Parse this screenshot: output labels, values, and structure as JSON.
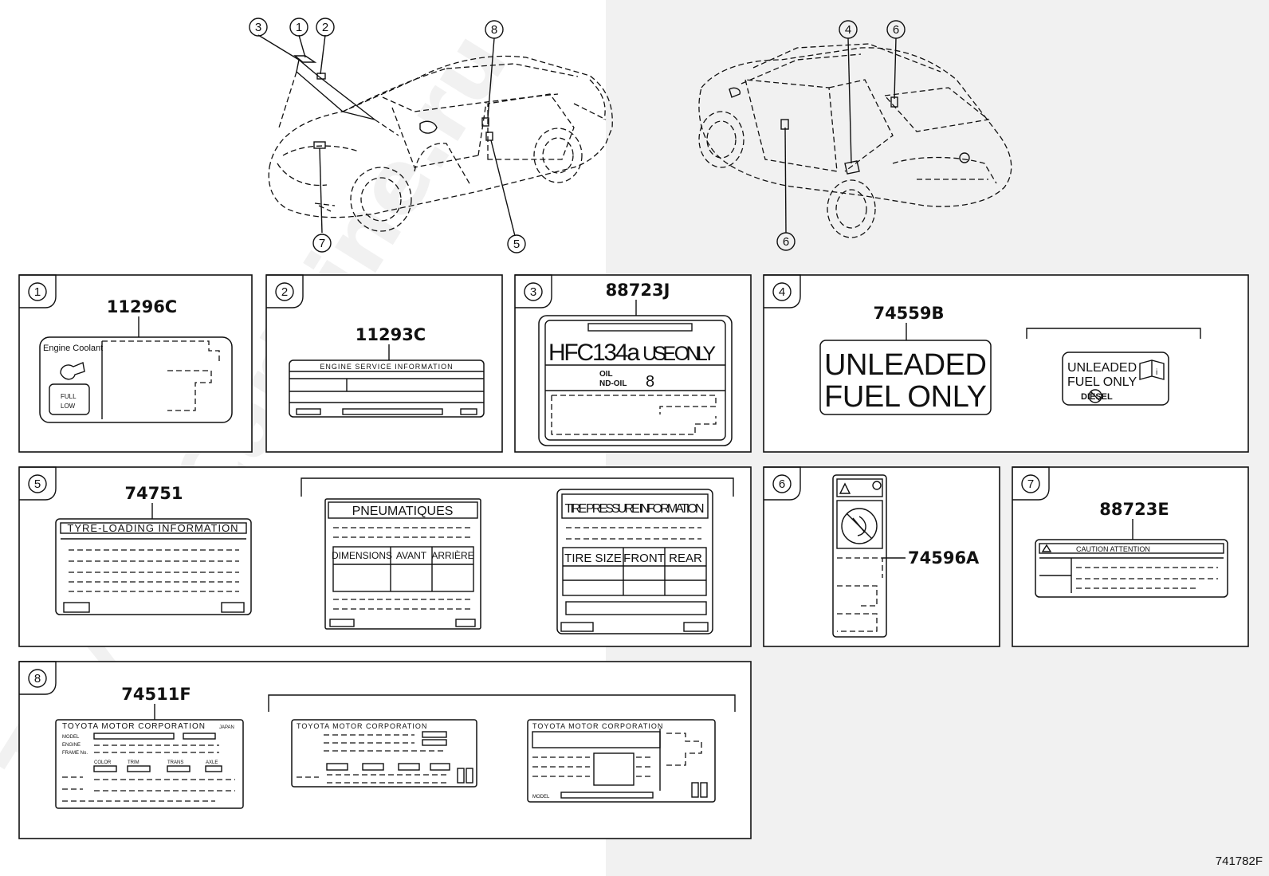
{
  "watermark": "ToyotaCarMine.ru",
  "document_id": "741782F",
  "callouts": {
    "c1": "1",
    "c2": "2",
    "c3": "3",
    "c4": "4",
    "c5": "5",
    "c6": "6",
    "c7": "7",
    "c8": "8"
  },
  "panels": {
    "p1": {
      "number": "1",
      "part": "11296C",
      "engine_coolant": "Engine Coolant",
      "full": "FULL",
      "low": "LOW"
    },
    "p2": {
      "number": "2",
      "part": "11293C",
      "title": "ENGINE   SERVICE   INFORMATION"
    },
    "p3": {
      "number": "3",
      "part": "88723J",
      "hfc": "HFC134a",
      "use_only": "USE ONLY",
      "oil1": "OIL",
      "oil2": "ND-OIL",
      "oil_num": "8"
    },
    "p4": {
      "number": "4",
      "part": "74559B",
      "big_line1": "UNLEADED",
      "big_line2": "FUEL ONLY",
      "small_line1": "UNLEADED",
      "small_line2": "FUEL ONLY",
      "diesel": "DIESEL"
    },
    "p5": {
      "number": "5",
      "part": "74751",
      "tyre_title": "TYRE-LOADING  INFORMATION",
      "pneu_title": "PNEUMATIQUES",
      "pneu_cols": [
        "DIMENSIONS",
        "AVANT",
        "ARRIÈRE"
      ],
      "tire_title": "TIRE PRESSURE INFORMATION",
      "tire_cols": [
        "TIRE SIZE",
        "FRONT",
        "REAR"
      ]
    },
    "p6": {
      "number": "6",
      "part": "74596A"
    },
    "p7": {
      "number": "7",
      "part": "88723E",
      "header": "CAUTION  ATTENTION"
    },
    "p8": {
      "number": "8",
      "part": "74511F",
      "plate1_title": "TOYOTA  MOTOR  CORPORATION",
      "plate1_japan": "JAPAN",
      "plate1_rows": [
        "MODEL",
        "ENGINE",
        "FRAME No."
      ],
      "plate1_cols": [
        "COLOR",
        "TRIM",
        "TRANS",
        "AXLE"
      ],
      "plate2_title": "TOYOTA  MOTOR  CORPORATION",
      "plate3_title": "TOYOTA  MOTOR  CORPORATION",
      "plate3_model": "MODEL"
    }
  }
}
